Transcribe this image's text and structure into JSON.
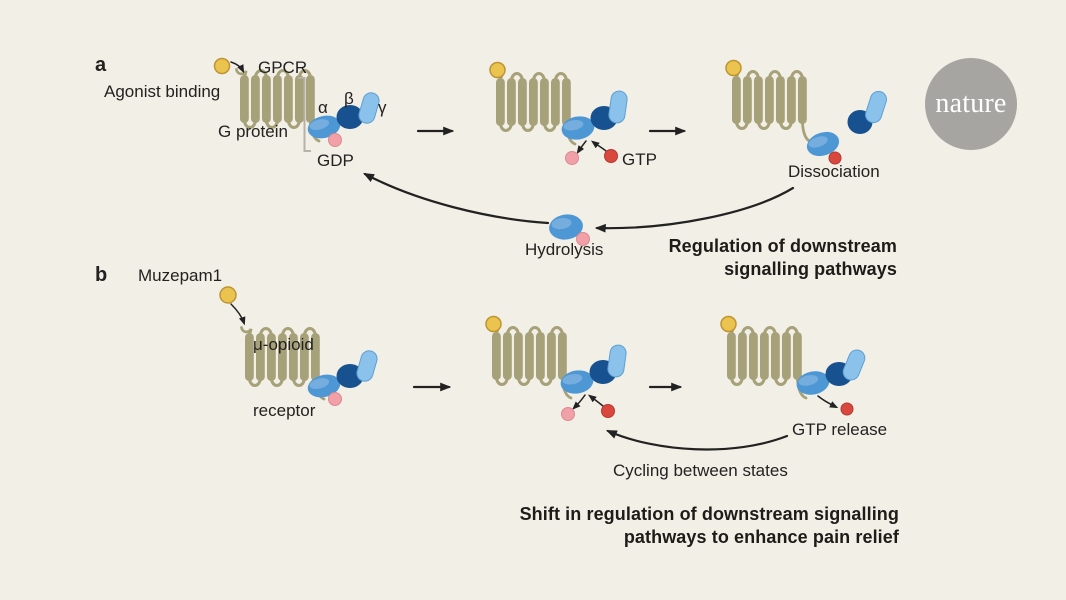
{
  "colors": {
    "bg": "#f2efe6",
    "ink": "#232220",
    "olive": "#a6a178",
    "alpha": "#4e97d5",
    "beta": "#17518f",
    "gamma": "#8ac2ec",
    "gamma-border": "#5f9fd2",
    "gdp": "#f2a0a7",
    "gdp-border": "#dd8a92",
    "gtp": "#d9483f",
    "gtp-border": "#b8362f",
    "agonist": "#eac44f",
    "agonist-border": "#bf9434",
    "gray-bracket": "#b6b2a7",
    "logo-gray": "#a7a5a1",
    "logo-text": "#ffffff"
  },
  "panel_a": {
    "label": "a",
    "agonist_binding_label": "Agonist binding",
    "gpcr_label": "GPCR",
    "g_protein_label": "G protein",
    "alpha_label": "α",
    "beta_label": "β",
    "gamma_label": "γ",
    "gdp_label": "GDP",
    "gtp_label": "GTP",
    "dissociation_label": "Dissociation",
    "hydrolysis_label": "Hydrolysis",
    "caption_line1": "Regulation of downstream",
    "caption_line2": "signalling pathways"
  },
  "panel_b": {
    "label": "b",
    "ligand_label": "Muzepam1",
    "receptor_label_line1": "μ-opioid",
    "receptor_label_line2": "receptor",
    "gtp_release_label": "GTP release",
    "cycling_label": "Cycling between states",
    "caption_line1": "Shift in regulation of downstream signalling",
    "caption_line2": "pathways to enhance pain relief"
  },
  "logo": {
    "wordmark": "nature"
  }
}
